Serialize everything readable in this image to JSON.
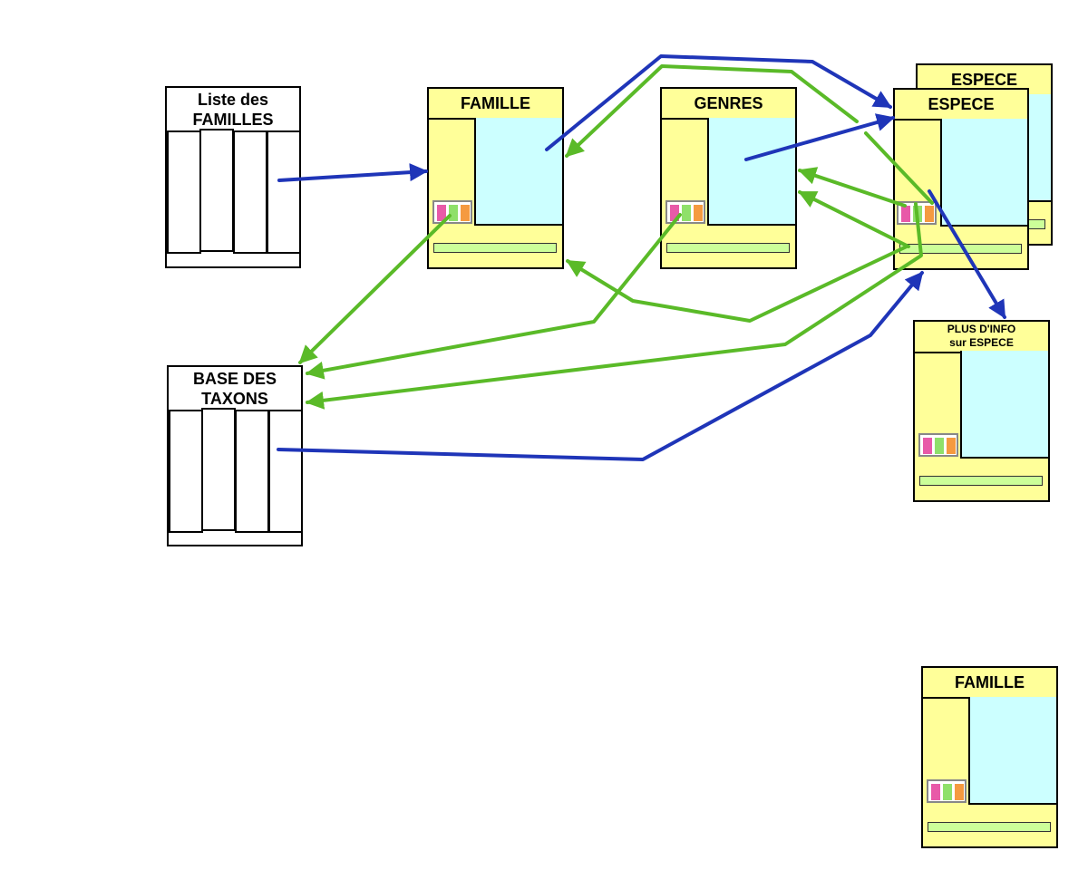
{
  "colors": {
    "card_fill": "#ffff99",
    "content_fill": "#ccffff",
    "bar_fill": "#ccff99",
    "arrow_blue": "#1f35b8",
    "arrow_green": "#5aba28",
    "swatch_pink": "#e85aa8",
    "swatch_green": "#8fe06a",
    "swatch_orange": "#f59a40"
  },
  "list_familles": {
    "title_line1": "Liste des",
    "title_line2": "FAMILLES"
  },
  "base_taxons": {
    "title_line1": "BASE DES",
    "title_line2": "TAXONS"
  },
  "card_famille": {
    "title": "FAMILLE"
  },
  "card_genres": {
    "title": "GENRES"
  },
  "card_espece_back": {
    "title": "ESPECE"
  },
  "card_espece": {
    "title": "ESPECE"
  },
  "card_plus_info": {
    "title_line1": "PLUS D'INFO",
    "title_line2": "sur ESPECE"
  },
  "card_famille_legend": {
    "title": "FAMILLE"
  }
}
